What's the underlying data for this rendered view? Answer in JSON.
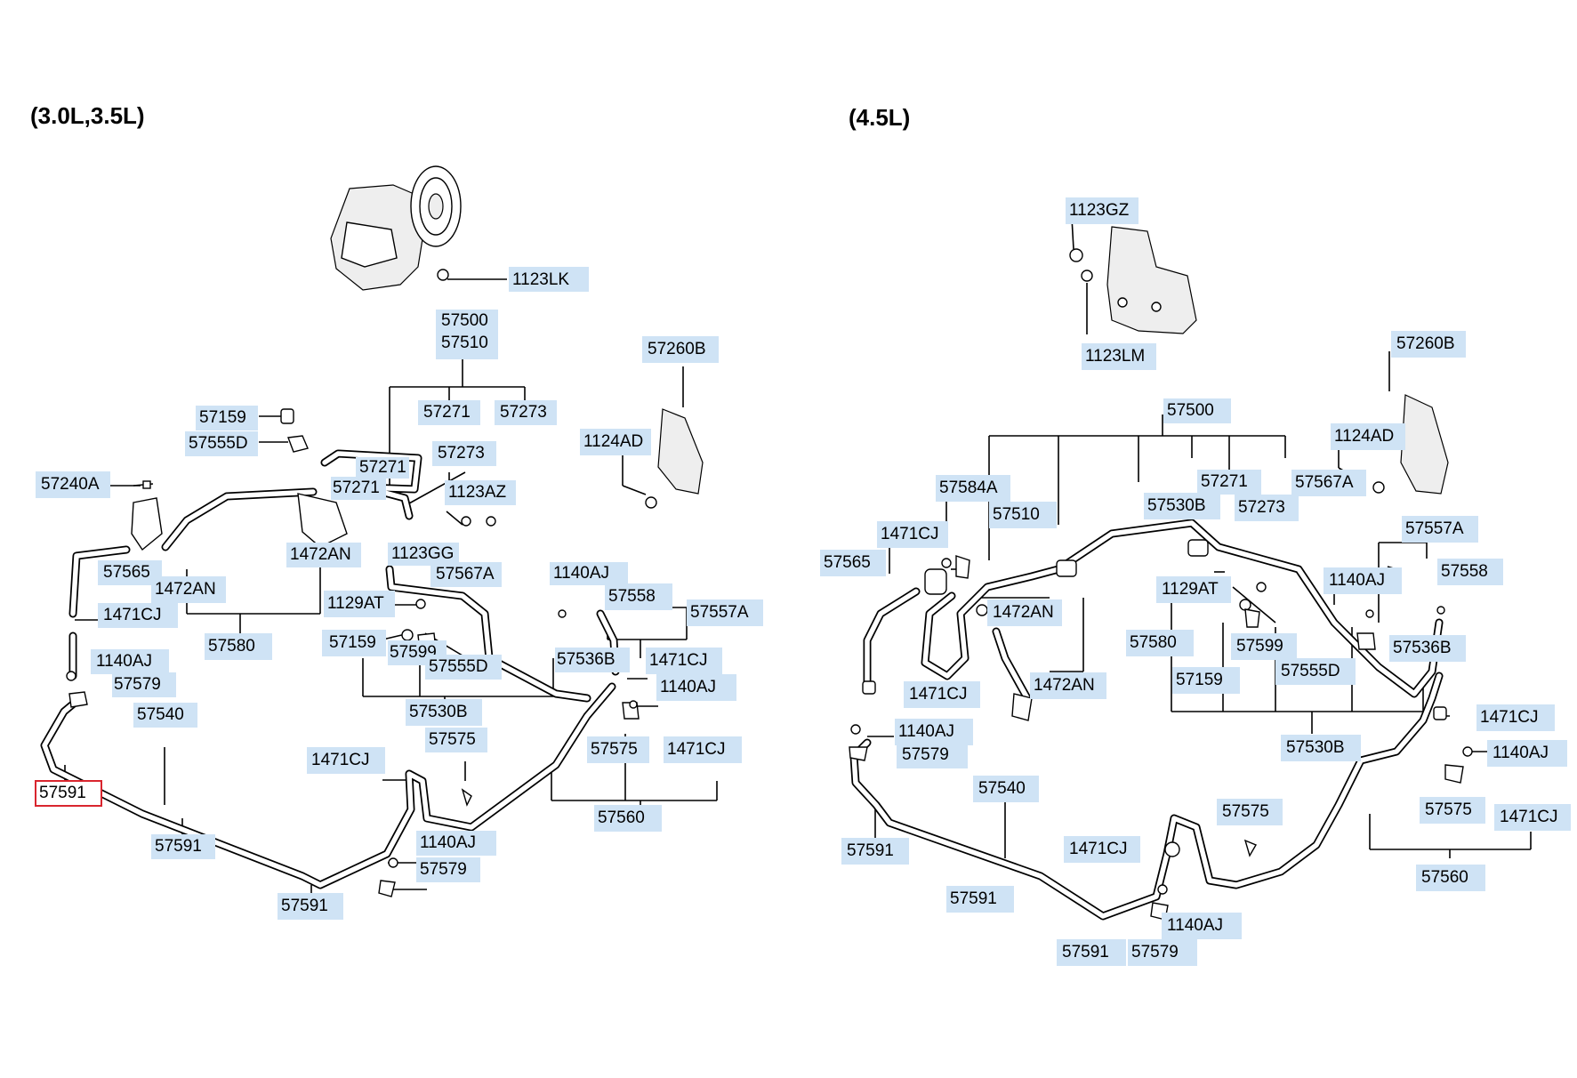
{
  "sections": [
    {
      "title": "(3.0L,3.5L)",
      "labels": [
        {
          "id": "1123LK",
          "text": "1123LK"
        },
        {
          "id": "57500",
          "text": "57500"
        },
        {
          "id": "57510",
          "text": "57510"
        },
        {
          "id": "57271a",
          "text": "57271"
        },
        {
          "id": "57273a",
          "text": "57273"
        },
        {
          "id": "57159a",
          "text": "57159"
        },
        {
          "id": "57555Da",
          "text": "57555D"
        },
        {
          "id": "57260B",
          "text": "57260B"
        },
        {
          "id": "1124AD",
          "text": "1124AD"
        },
        {
          "id": "57240A",
          "text": "57240A"
        },
        {
          "id": "57273b",
          "text": "57273"
        },
        {
          "id": "57271b",
          "text": "57271"
        },
        {
          "id": "57271c",
          "text": "57271"
        },
        {
          "id": "1123AZ",
          "text": "1123AZ"
        },
        {
          "id": "1472ANa",
          "text": "1472AN"
        },
        {
          "id": "1123GG",
          "text": "1123GG"
        },
        {
          "id": "57567A",
          "text": "57567A"
        },
        {
          "id": "57565",
          "text": "57565"
        },
        {
          "id": "1472ANb",
          "text": "1472AN"
        },
        {
          "id": "1471CJa",
          "text": "1471CJ"
        },
        {
          "id": "1129AT",
          "text": "1129AT"
        },
        {
          "id": "1140AJa",
          "text": "1140AJ"
        },
        {
          "id": "57558",
          "text": "57558"
        },
        {
          "id": "57557A",
          "text": "57557A"
        },
        {
          "id": "57580",
          "text": "57580"
        },
        {
          "id": "57159b",
          "text": "57159"
        },
        {
          "id": "57599",
          "text": "57599"
        },
        {
          "id": "1140AJb",
          "text": "1140AJ"
        },
        {
          "id": "57579a",
          "text": "57579"
        },
        {
          "id": "57555Db",
          "text": "57555D"
        },
        {
          "id": "57536B",
          "text": "57536B"
        },
        {
          "id": "1471CJb",
          "text": "1471CJ"
        },
        {
          "id": "1140AJc",
          "text": "1140AJ"
        },
        {
          "id": "57530B",
          "text": "57530B"
        },
        {
          "id": "57540",
          "text": "57540"
        },
        {
          "id": "57575a",
          "text": "57575"
        },
        {
          "id": "1471CJc",
          "text": "1471CJ"
        },
        {
          "id": "57575b",
          "text": "57575"
        },
        {
          "id": "1471CJd",
          "text": "1471CJ"
        },
        {
          "id": "57591a",
          "text": "57591",
          "selected": true
        },
        {
          "id": "57560",
          "text": "57560"
        },
        {
          "id": "57591b",
          "text": "57591"
        },
        {
          "id": "1140AJd",
          "text": "1140AJ"
        },
        {
          "id": "57579b",
          "text": "57579"
        },
        {
          "id": "57591c",
          "text": "57591"
        }
      ]
    },
    {
      "title": "(4.5L)",
      "labels": [
        {
          "id": "1123GZ",
          "text": "1123GZ"
        },
        {
          "id": "1123LM",
          "text": "1123LM"
        },
        {
          "id": "57260B",
          "text": "57260B"
        },
        {
          "id": "57500",
          "text": "57500"
        },
        {
          "id": "1124AD",
          "text": "1124AD"
        },
        {
          "id": "57271",
          "text": "57271"
        },
        {
          "id": "57567A",
          "text": "57567A"
        },
        {
          "id": "57584A",
          "text": "57584A"
        },
        {
          "id": "57530Ba",
          "text": "57530B"
        },
        {
          "id": "57273",
          "text": "57273"
        },
        {
          "id": "57510",
          "text": "57510"
        },
        {
          "id": "1471CJa",
          "text": "1471CJ"
        },
        {
          "id": "57557A",
          "text": "57557A"
        },
        {
          "id": "57565",
          "text": "57565"
        },
        {
          "id": "57558",
          "text": "57558"
        },
        {
          "id": "1129AT",
          "text": "1129AT"
        },
        {
          "id": "1140AJa",
          "text": "1140AJ"
        },
        {
          "id": "1472ANa",
          "text": "1472AN"
        },
        {
          "id": "57580",
          "text": "57580"
        },
        {
          "id": "57599",
          "text": "57599"
        },
        {
          "id": "57536B",
          "text": "57536B"
        },
        {
          "id": "57159",
          "text": "57159"
        },
        {
          "id": "57555D",
          "text": "57555D"
        },
        {
          "id": "1472ANb",
          "text": "1472AN"
        },
        {
          "id": "1471CJb",
          "text": "1471CJ"
        },
        {
          "id": "1471CJc",
          "text": "1471CJ"
        },
        {
          "id": "1140AJb",
          "text": "1140AJ"
        },
        {
          "id": "57530Bb",
          "text": "57530B"
        },
        {
          "id": "57579a",
          "text": "57579"
        },
        {
          "id": "1140AJc",
          "text": "1140AJ"
        },
        {
          "id": "57540",
          "text": "57540"
        },
        {
          "id": "57575a",
          "text": "57575"
        },
        {
          "id": "57575b",
          "text": "57575"
        },
        {
          "id": "1471CJd",
          "text": "1471CJ"
        },
        {
          "id": "1471CJe",
          "text": "1471CJ"
        },
        {
          "id": "57591a",
          "text": "57591"
        },
        {
          "id": "57560",
          "text": "57560"
        },
        {
          "id": "57591b",
          "text": "57591"
        },
        {
          "id": "1140AJd",
          "text": "1140AJ"
        },
        {
          "id": "57591c",
          "text": "57591"
        },
        {
          "id": "57579b",
          "text": "57579"
        }
      ]
    }
  ],
  "colors": {
    "label_bg": "#cfe3f5",
    "selected_border": "#d9252e",
    "line": "#000000"
  }
}
